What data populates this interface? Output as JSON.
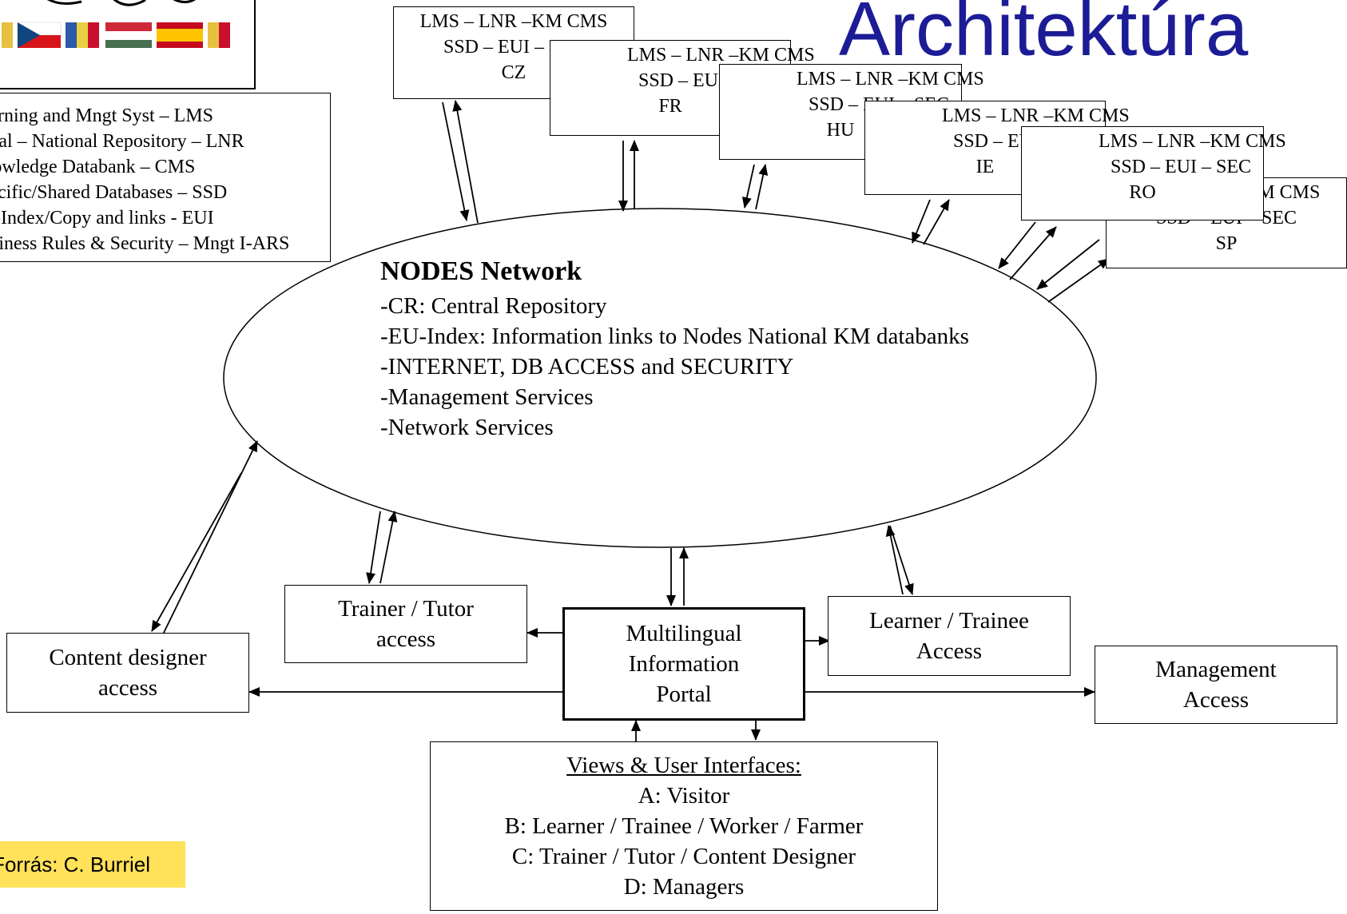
{
  "title": "Architektúra",
  "legend": [
    "Learning and Mngt Syst – LMS",
    "Local – National Repository – LNR",
    "Knowledge Databank – CMS",
    "Specific/Shared Databases – SSD",
    "EU-Index/Copy and links - EUI",
    "Business Rules & Security – Mngt I-ARS"
  ],
  "nodes": [
    {
      "line1": "LMS – LNR –KM CMS",
      "line2": "SSD – EUI – SEC",
      "code": "CZ"
    },
    {
      "line1": "LMS – LNR –KM CMS",
      "line2": "SSD – EUI – SEC",
      "code": "FR"
    },
    {
      "line1": "LMS – LNR –KM CMS",
      "line2": "SSD – EUI – SEC",
      "code": "HU"
    },
    {
      "line1": "LMS – LNR –KM CMS",
      "line2": "SSD – EUI – SEC",
      "code": "IE"
    },
    {
      "line1": "LMS – LNR –KM CMS",
      "line2": "SSD – EUI – SEC",
      "code": "RO"
    },
    {
      "line1": "LMS – LNR –KM CMS",
      "line2": "SSD – EUI – SEC",
      "code": "SP"
    }
  ],
  "network": {
    "heading": "NODES Network",
    "items": [
      "-CR: Central Repository",
      "-EU-Index: Information links to Nodes National KM databanks",
      "-INTERNET, DB ACCESS and SECURITY",
      "-Management Services",
      "-Network Services"
    ]
  },
  "trainer": {
    "line1": "Trainer / Tutor",
    "line2": "access"
  },
  "learner": {
    "line1": "Learner / Trainee",
    "line2": "Access"
  },
  "content_designer": {
    "line1": "Content designer",
    "line2": "access"
  },
  "management": {
    "line1": "Management",
    "line2": "Access"
  },
  "portal": {
    "line1": "Multilingual",
    "line2": "Information",
    "line3": "Portal"
  },
  "views": {
    "heading": "Views & User Interfaces:",
    "items": [
      "A: Visitor",
      "B: Learner / Trainee / Worker / Farmer",
      "C: Trainer / Tutor / Content Designer",
      "D: Managers"
    ]
  },
  "credit": "Forrás: C. Burriel"
}
